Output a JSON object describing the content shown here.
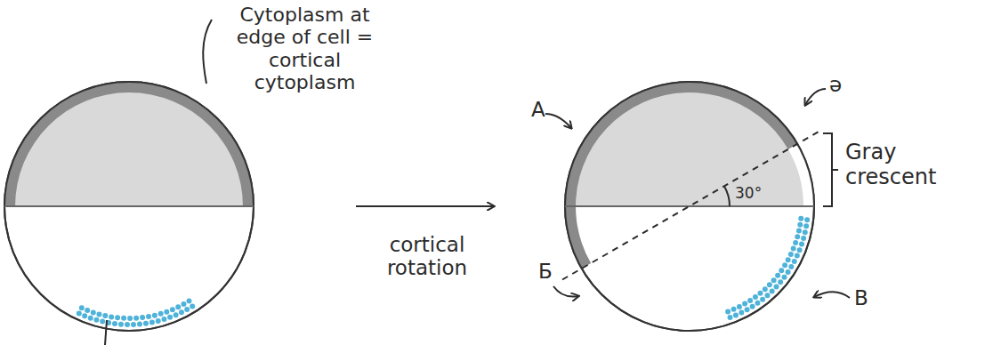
{
  "diagram": {
    "labels": [
      "Cytoplasm at edge of cell = cortical cytoplasm",
      "cortical rotation",
      "A",
      "Б",
      "ə",
      "B",
      "30°",
      "Gray crescent"
    ]
  }
}
